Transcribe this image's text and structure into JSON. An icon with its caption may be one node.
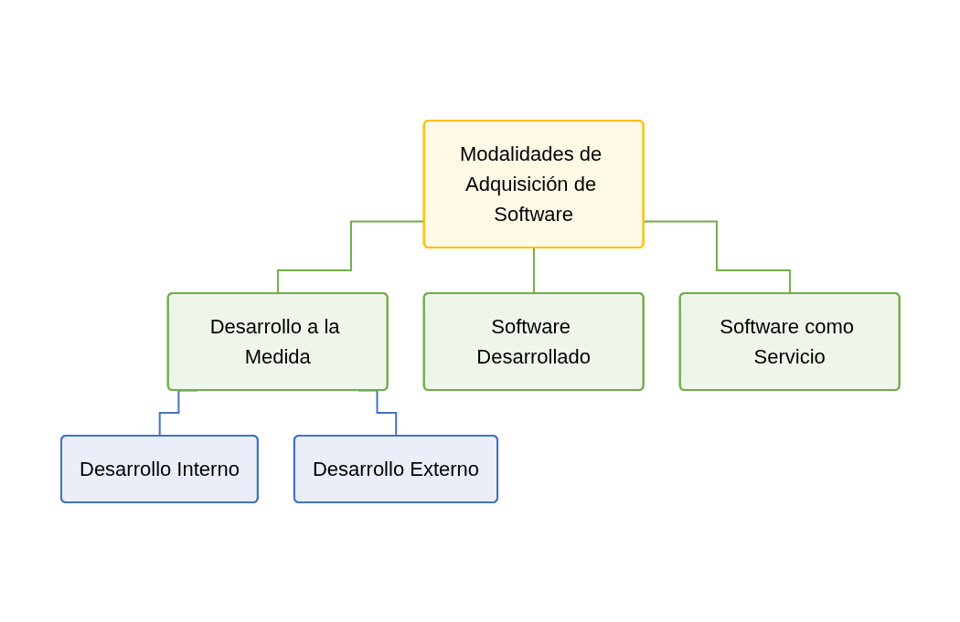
{
  "diagram": {
    "nodes": [
      {
        "text": [
          "Modalidades de Adquisición de Software"
        ]
      },
      {
        "text": [
          "Desarrollo a la Medida"
        ]
      },
      {
        "text": [
          "Software Desarrollado"
        ]
      },
      {
        "text": [
          "Software como Servicio"
        ]
      },
      {
        "text": [
          "Desarrollo Interno"
        ]
      },
      {
        "text": [
          "Desarrollo Externo"
        ]
      }
    ],
    "edges": [
      {
        "from": 0,
        "to": 1,
        "arrow": "none"
      },
      {
        "from": 0,
        "to": 2,
        "arrow": "none"
      },
      {
        "from": 0,
        "to": 3,
        "arrow": "none"
      },
      {
        "from": 1,
        "to": 4,
        "arrow": "none",
        "color": "#4472c4"
      },
      {
        "from": 1,
        "to": 5,
        "arrow": "none",
        "color": "#4472c4"
      }
    ]
  }
}
